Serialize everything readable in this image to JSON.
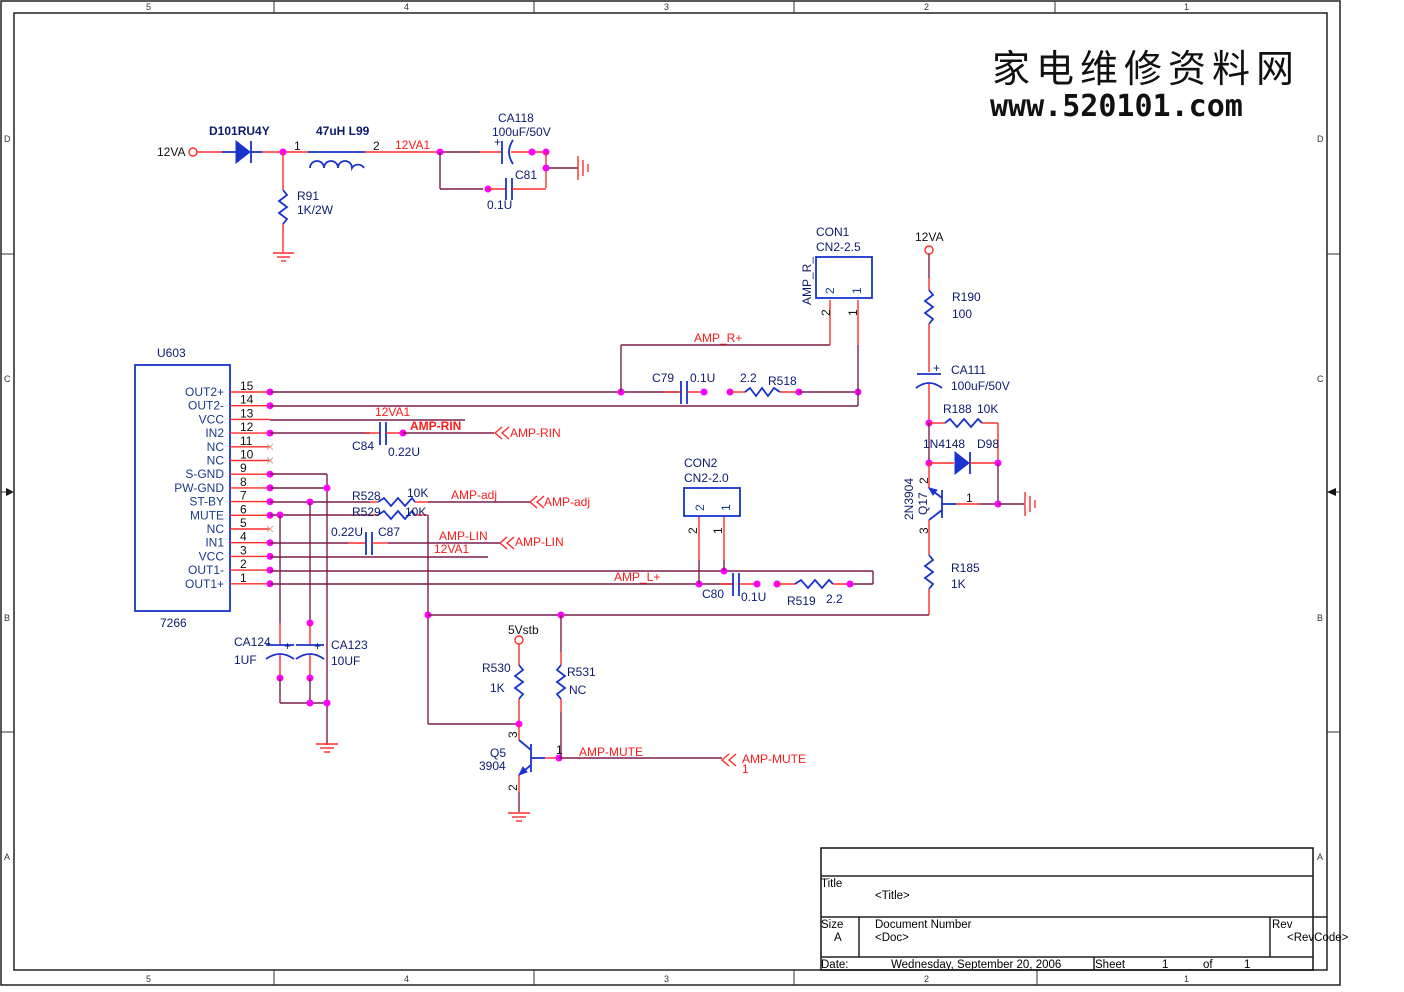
{
  "watermark": {
    "chinese": "家电维修资料网",
    "url": "www.520101.com"
  },
  "border": {
    "columns": [
      "5",
      "4",
      "3",
      "2",
      "1"
    ],
    "rows": [
      "D",
      "C",
      "B",
      "A"
    ]
  },
  "power_input": {
    "net_12va": "12VA",
    "diode": {
      "ref": "D101RU4Y"
    },
    "inductor": {
      "label": "47uH L99",
      "pin1": "1",
      "pin2": "2"
    },
    "net_12va1": "12VA1",
    "resistor": {
      "ref": "R91",
      "value": "1K/2W"
    },
    "cap_ca118": {
      "ref": "CA118",
      "value": "100uF/50V"
    },
    "cap_c81": {
      "ref": "C81",
      "value": "0.1U"
    }
  },
  "ic": {
    "ref": "U603",
    "part": "7266",
    "pins": [
      {
        "num": "15",
        "name": "OUT2+"
      },
      {
        "num": "14",
        "name": "OUT2-"
      },
      {
        "num": "13",
        "name": "VCC"
      },
      {
        "num": "12",
        "name": "IN2"
      },
      {
        "num": "11",
        "name": "NC"
      },
      {
        "num": "10",
        "name": "NC"
      },
      {
        "num": "9",
        "name": "S-GND"
      },
      {
        "num": "8",
        "name": "PW-GND"
      },
      {
        "num": "7",
        "name": "ST-BY"
      },
      {
        "num": "6",
        "name": "MUTE"
      },
      {
        "num": "5",
        "name": "NC"
      },
      {
        "num": "4",
        "name": "IN1"
      },
      {
        "num": "3",
        "name": "VCC"
      },
      {
        "num": "2",
        "name": "OUT1-"
      },
      {
        "num": "1",
        "name": "OUT1+"
      }
    ]
  },
  "con1": {
    "ref": "CON1",
    "part": "CN2-2.5",
    "side_label": "AMP_R_",
    "pin2": "2",
    "pin1": "1"
  },
  "con2": {
    "ref": "CON2",
    "part": "CN2-2.0",
    "pin2": "2",
    "pin1": "1"
  },
  "nets": {
    "amp_r_plus": "AMP_R+",
    "amp_l_plus": "AMP_L+",
    "vcc13": "12VA1",
    "vcc3": "12VA1",
    "amp_rin": "AMP-RIN",
    "amp_adj": "AMP-adj",
    "amp_lin": "AMP-LIN",
    "amp_mute": "AMP-MUTE"
  },
  "ports": {
    "amp_rin": "AMP-RIN",
    "amp_adj": "AMP-adj",
    "amp_lin": "AMP-LIN",
    "amp_mute": "AMP-MUTE",
    "amp_mute_pin": "1"
  },
  "parts": {
    "c79": {
      "ref": "C79",
      "value": "0.1U"
    },
    "r518": {
      "ref": "R518",
      "value": "2.2"
    },
    "c80": {
      "ref": "C80",
      "value": "0.1U"
    },
    "r519": {
      "ref": "R519",
      "value": "2.2"
    },
    "c84": {
      "ref": "C84",
      "value": "0.22U"
    },
    "c87": {
      "ref": "C87",
      "value": "0.22U"
    },
    "r528": {
      "ref": "R528",
      "value": "10K"
    },
    "r529": {
      "ref": "R529",
      "value": "10K"
    },
    "ca124": {
      "ref": "CA124",
      "value": "1UF"
    },
    "ca123": {
      "ref": "CA123",
      "value": "10UF"
    },
    "r530": {
      "ref": "R530",
      "value": "1K"
    },
    "r531": {
      "ref": "R531",
      "value": "NC"
    },
    "q5": {
      "ref": "Q5",
      "value": "3904",
      "pin_c": "3",
      "pin_b": "1",
      "pin_e": "2"
    },
    "net_5vstb": "5Vstb",
    "net_12va_r": "12VA",
    "r190": {
      "ref": "R190",
      "value": "100"
    },
    "ca111": {
      "ref": "CA111",
      "value": "100uF/50V"
    },
    "r188": {
      "ref": "R188",
      "value": "10K"
    },
    "d98": {
      "ref": "D98",
      "value": "1N4148"
    },
    "q17": {
      "ref": "Q17",
      "value": "2N3904",
      "pin_e": "2",
      "pin_b": "1",
      "pin_c": "3"
    },
    "r185": {
      "ref": "R185",
      "value": "1K"
    }
  },
  "title_block": {
    "title_label": "Title",
    "title_value": "<Title>",
    "size_label": "Size",
    "size_value": "A",
    "docnum_label": "Document Number",
    "docnum_value": "<Doc>",
    "rev_label": "Rev",
    "rev_value": "<RevCode>",
    "date_label": "Date:",
    "date_value": "Wednesday, September 20, 2006",
    "sheet_label": "Sheet",
    "sheet_num": "1",
    "of_label": "of",
    "sheet_total": "1"
  }
}
